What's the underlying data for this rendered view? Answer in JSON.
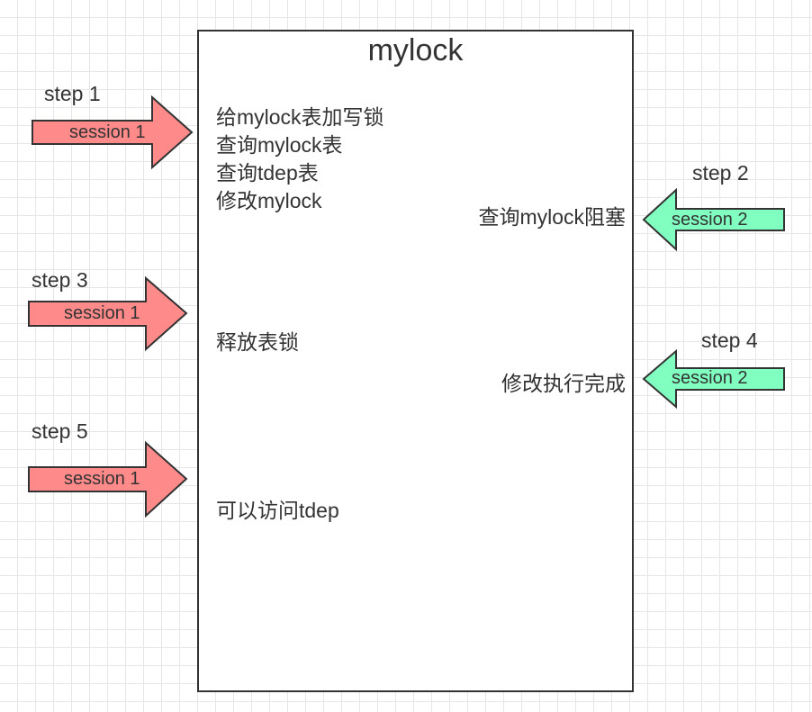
{
  "colors": {
    "session1_fill": "#ff8a8a",
    "session2_fill": "#80ffc0",
    "stroke": "#333333",
    "grid": "#e6e6e6"
  },
  "box": {
    "title": "mylock",
    "left_items": [
      "给mylock表加写锁",
      "查询mylock表",
      "查询tdep表",
      "修改mylock",
      "释放表锁",
      "可以访问tdep"
    ],
    "right_items": [
      "查询mylock阻塞",
      "修改执行完成"
    ]
  },
  "steps": [
    {
      "label": "step 1",
      "session": "session 1"
    },
    {
      "label": "step 2",
      "session": "session 2"
    },
    {
      "label": "step 3",
      "session": "session 1"
    },
    {
      "label": "step 4",
      "session": "session 2"
    },
    {
      "label": "step 5",
      "session": "session 1"
    }
  ]
}
